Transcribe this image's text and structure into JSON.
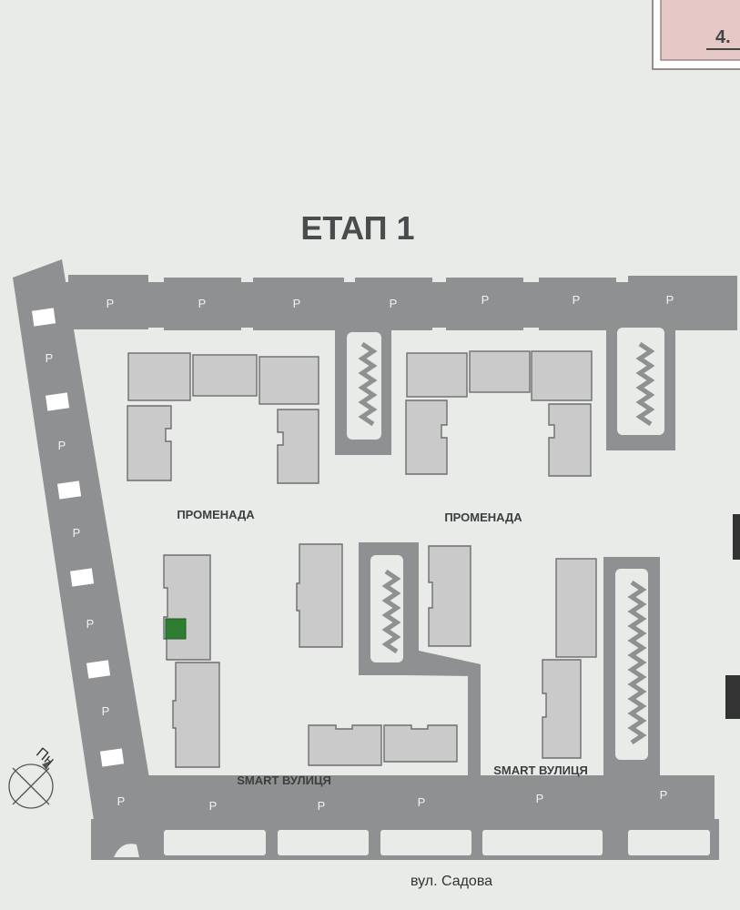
{
  "title": "ЕТАП 1",
  "promenade_labels": [
    "ПРОМЕНАДА",
    "ПРОМЕНАДА"
  ],
  "smart_street_labels": [
    "SMART ВУЛИЦЯ",
    "SMART ВУЛИЦЯ"
  ],
  "street_label": "вул. Садова",
  "compass_label": "Пн",
  "corner_box_label": "4.",
  "parking_label": "P",
  "colors": {
    "road": "#8f9091",
    "building": "#c9cac9",
    "background": "#e9ebe8",
    "highlight": "#2e7d32",
    "corner_box": "#e6c9c6"
  }
}
